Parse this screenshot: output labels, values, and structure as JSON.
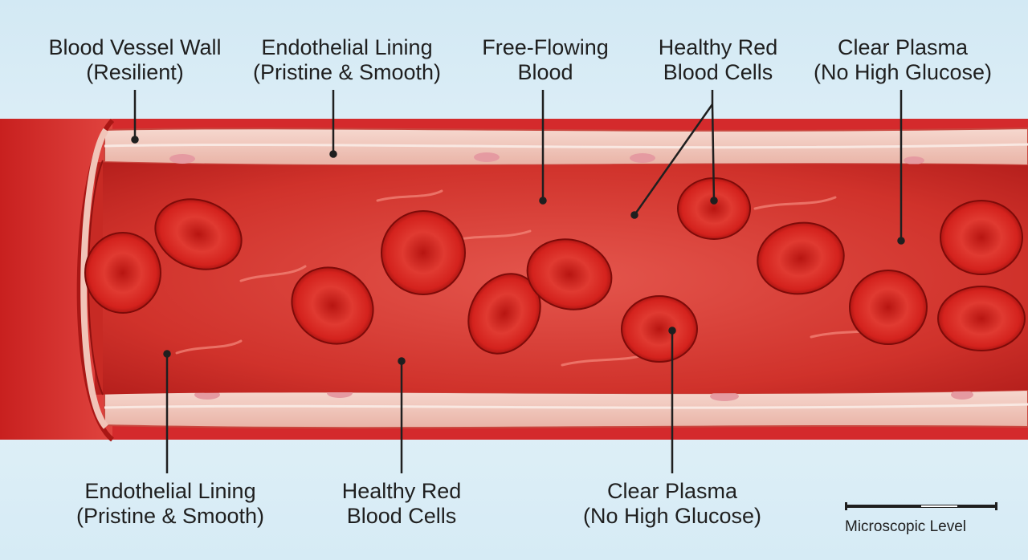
{
  "labels": {
    "vessel_wall": {
      "line1": "Blood Vessel Wall",
      "line2": "(Resilient)"
    },
    "endothelial_top": {
      "line1": "Endothelial Lining",
      "line2": "(Pristine & Smooth)"
    },
    "free_flowing": {
      "line1": "Free-Flowing",
      "line2": "Blood"
    },
    "rbc_top": {
      "line1": "Healthy Red",
      "line2": "Blood Cells"
    },
    "plasma_top": {
      "line1": "Clear Plasma",
      "line2": "(No High Glucose)"
    },
    "endothelial_bottom": {
      "line1": "Endothelial Lining",
      "line2": "(Pristine & Smooth)"
    },
    "rbc_bottom": {
      "line1": "Healthy Red",
      "line2": "Blood Cells"
    },
    "plasma_bottom": {
      "line1": "Clear Plasma",
      "line2": "(No High Glucose)"
    }
  },
  "scale_bar": {
    "label": "Microscopic Level"
  },
  "colors": {
    "background": "#dceef6",
    "vessel_outer": "#d42a2c",
    "vessel_wall_tissue": "#f3cfc6",
    "lumen": "#cf2b24",
    "red_blood_cell": "#d8231f",
    "leader_line": "#1f1f1f"
  }
}
